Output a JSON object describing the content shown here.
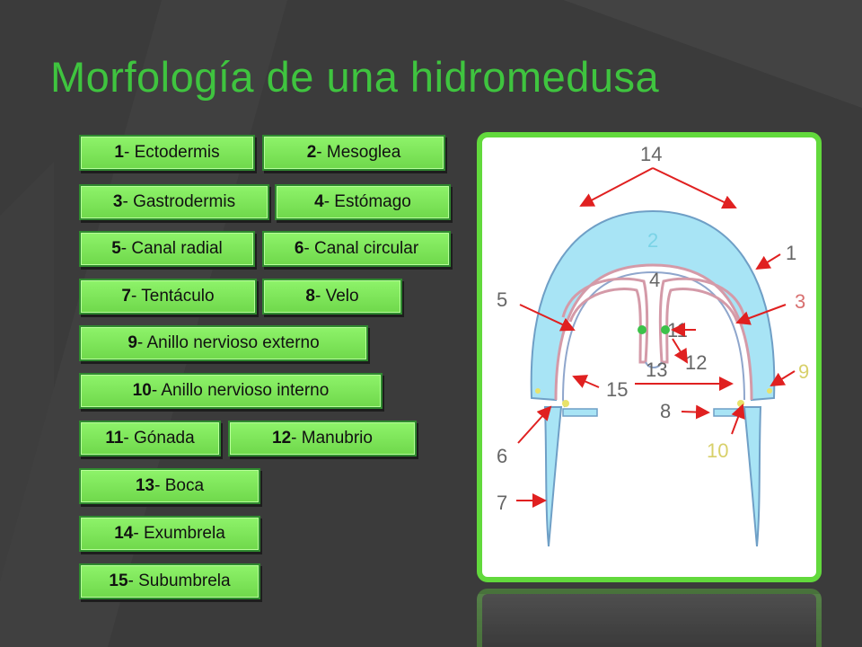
{
  "title": "Morfología de una hidromedusa",
  "colors": {
    "accent": "#3fc43f",
    "label_bg": "#7fe65a",
    "arrow": "#e02020",
    "umbrella": "#a8e4f5"
  },
  "labels": [
    {
      "num": "1",
      "text": "- Ectodermis"
    },
    {
      "num": "2",
      "text": "- Mesoglea"
    },
    {
      "num": "3",
      "text": "- Gastrodermis"
    },
    {
      "num": "4",
      "text": "- Estómago"
    },
    {
      "num": "5",
      "text": "- Canal radial"
    },
    {
      "num": "6",
      "text": "- Canal circular"
    },
    {
      "num": "7",
      "text": "- Tentáculo"
    },
    {
      "num": "8",
      "text": "- Velo"
    },
    {
      "num": "9",
      "text": "- Anillo nervioso externo"
    },
    {
      "num": "10",
      "text": "- Anillo nervioso interno"
    },
    {
      "num": "11",
      "text": "- Gónada"
    },
    {
      "num": "12",
      "text": "- Manubrio"
    },
    {
      "num": "13",
      "text": "- Boca"
    },
    {
      "num": "14",
      "text": "- Exumbrela"
    },
    {
      "num": "15",
      "text": "- Subumbrela"
    }
  ],
  "diagram_numbers": [
    "14",
    "2",
    "1",
    "5",
    "4",
    "3",
    "11",
    "12",
    "13",
    "9",
    "15",
    "8",
    "6",
    "10",
    "7"
  ]
}
